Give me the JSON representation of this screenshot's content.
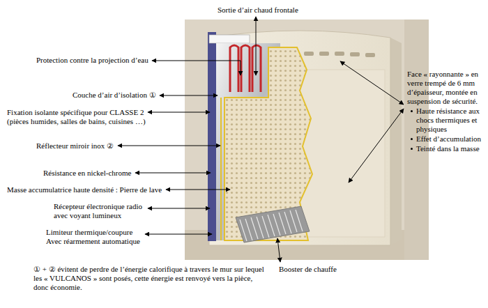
{
  "diagram": {
    "labels": [
      "Sortie d’air chaud frontale",
      "Protection contre la projection d’eau",
      "Couche d’air d’isolation ①",
      "Fixation isolante spécifique pour CLASSE 2",
      "(pièces humides, salles de bains, cuisines …)",
      "Réflecteur miroir inox ②",
      "Résistance en nickel-chrome",
      "Masse accumulatrice haute densité : Pierre de lave",
      "Récepteur électronique radio avec voyant lumineux",
      "Limiteur thermique/coupure Avec réarmement automatique",
      "Booster de chauffe",
      "Face « rayonnante » en verre trempé de 6 mm d’épaisseur, montée en suspension de sécurité.",
      "Haute résistance aux chocs thermiques et physiques",
      "Effet d’accumulation",
      "Teinté dans la masse",
      "① + ② évitent de perdre de l’énergie calorifique à travers le mur sur lequel les « VULCANOS » sont posés, cette énergie est renvoyé vers la pièce, donc économie."
    ]
  }
}
